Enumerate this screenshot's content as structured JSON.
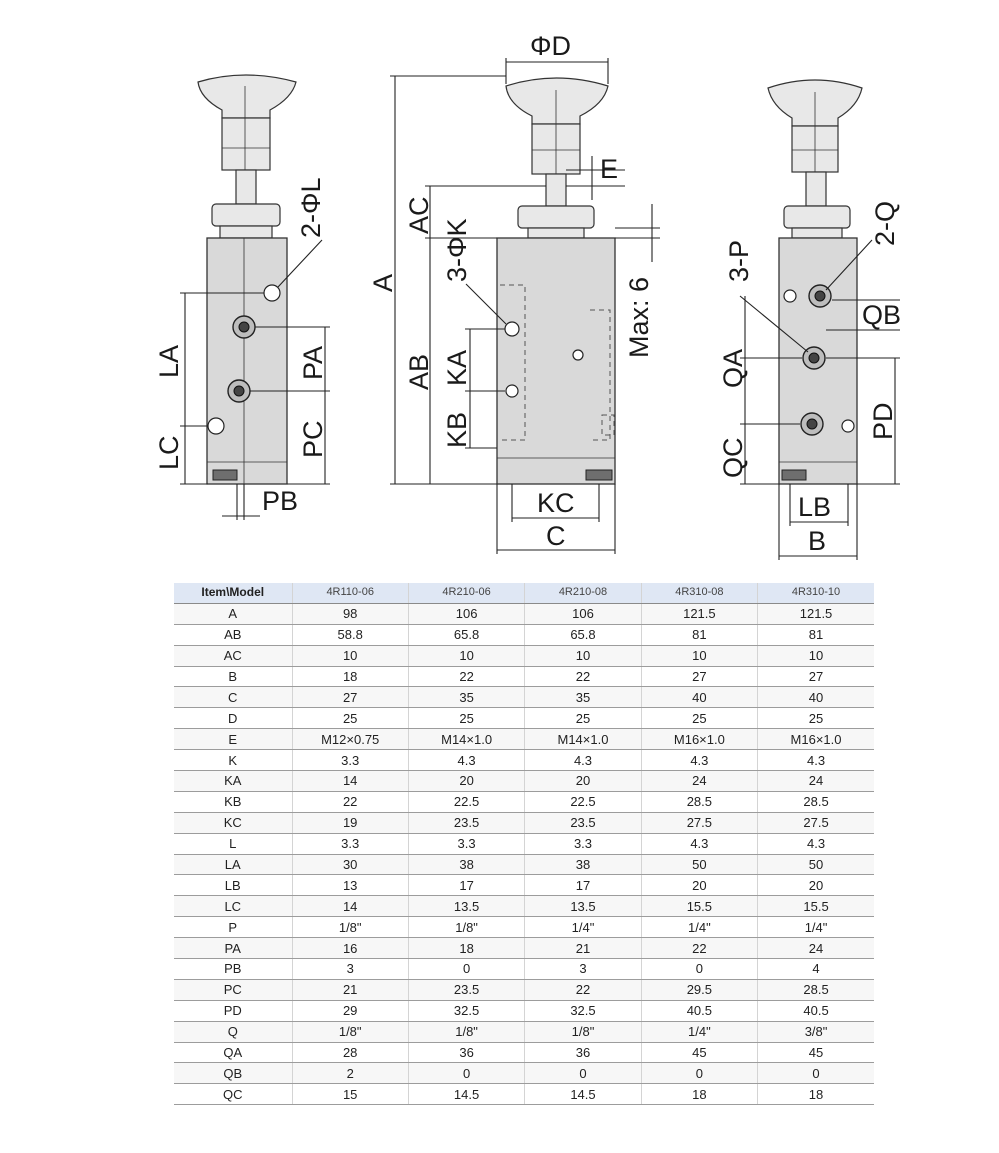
{
  "drawing": {
    "left_view": {
      "labels": [
        "2-ΦL",
        "LA",
        "PA",
        "PC",
        "LC",
        "PB"
      ]
    },
    "center_view": {
      "labels": [
        "ΦD",
        "E",
        "AC",
        "3-ΦK",
        "A",
        "AB",
        "KA",
        "KB",
        "Max: 6",
        "KC",
        "C"
      ]
    },
    "right_view": {
      "labels": [
        "3-P",
        "2-Q",
        "QB",
        "QA",
        "PD",
        "QC",
        "LB",
        "B"
      ]
    }
  },
  "table": {
    "header": [
      "Item\\Model",
      "4R110-06",
      "4R210-06",
      "4R210-08",
      "4R310-08",
      "4R310-10"
    ],
    "rows": [
      [
        "A",
        "98",
        "106",
        "106",
        "121.5",
        "121.5"
      ],
      [
        "AB",
        "58.8",
        "65.8",
        "65.8",
        "81",
        "81"
      ],
      [
        "AC",
        "10",
        "10",
        "10",
        "10",
        "10"
      ],
      [
        "B",
        "18",
        "22",
        "22",
        "27",
        "27"
      ],
      [
        "C",
        "27",
        "35",
        "35",
        "40",
        "40"
      ],
      [
        "D",
        "25",
        "25",
        "25",
        "25",
        "25"
      ],
      [
        "E",
        "M12×0.75",
        "M14×1.0",
        "M14×1.0",
        "M16×1.0",
        "M16×1.0"
      ],
      [
        "K",
        "3.3",
        "4.3",
        "4.3",
        "4.3",
        "4.3"
      ],
      [
        "KA",
        "14",
        "20",
        "20",
        "24",
        "24"
      ],
      [
        "KB",
        "22",
        "22.5",
        "22.5",
        "28.5",
        "28.5"
      ],
      [
        "KC",
        "19",
        "23.5",
        "23.5",
        "27.5",
        "27.5"
      ],
      [
        "L",
        "3.3",
        "3.3",
        "3.3",
        "4.3",
        "4.3"
      ],
      [
        "LA",
        "30",
        "38",
        "38",
        "50",
        "50"
      ],
      [
        "LB",
        "13",
        "17",
        "17",
        "20",
        "20"
      ],
      [
        "LC",
        "14",
        "13.5",
        "13.5",
        "15.5",
        "15.5"
      ],
      [
        "P",
        "1/8\"",
        "1/8\"",
        "1/4\"",
        "1/4\"",
        "1/4\""
      ],
      [
        "PA",
        "16",
        "18",
        "21",
        "22",
        "24"
      ],
      [
        "PB",
        "3",
        "0",
        "3",
        "0",
        "4"
      ],
      [
        "PC",
        "21",
        "23.5",
        "22",
        "29.5",
        "28.5"
      ],
      [
        "PD",
        "29",
        "32.5",
        "32.5",
        "40.5",
        "40.5"
      ],
      [
        "Q",
        "1/8\"",
        "1/8\"",
        "1/8\"",
        "1/4\"",
        "3/8\""
      ],
      [
        "QA",
        "28",
        "36",
        "36",
        "45",
        "45"
      ],
      [
        "QB",
        "2",
        "0",
        "0",
        "0",
        "0"
      ],
      [
        "QC",
        "15",
        "14.5",
        "14.5",
        "18",
        "18"
      ]
    ]
  }
}
